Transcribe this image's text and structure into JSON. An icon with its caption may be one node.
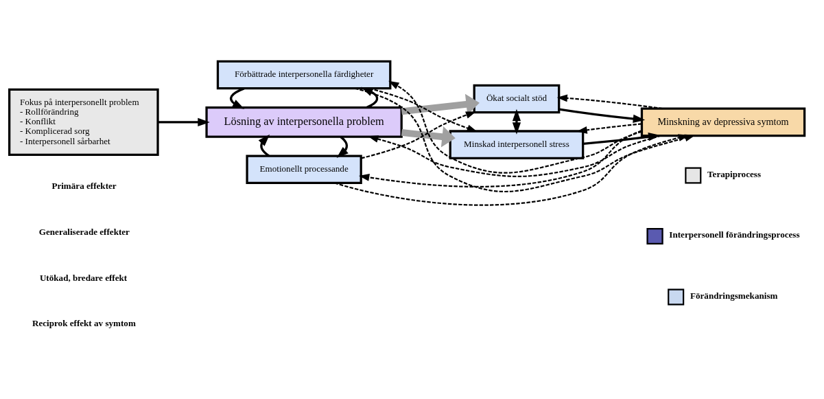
{
  "diagram": {
    "nodes": [
      {
        "text": [
          "Fokus på interpersonellt problem",
          "- Rollförändring",
          "- Konflikt",
          "- Komplicerad sorg",
          "- Interpersonell sårbarhet"
        ]
      },
      {
        "text": [
          "Lösning av interpersonella problem"
        ]
      },
      {
        "text": [
          "Emotionellt processande"
        ]
      },
      {
        "text": [
          "Förbättrade interpersonella färdigheter"
        ]
      },
      {
        "text": [
          "Ökat socialt stöd"
        ]
      },
      {
        "text": [
          "Minskad interpersonell stress"
        ]
      },
      {
        "text": [
          "Minskning av depressiva symtom"
        ]
      }
    ],
    "edges": [
      {
        "from": 0,
        "to": 1,
        "arrow": "to"
      },
      {
        "from": 1,
        "to": 2,
        "arrow": "to"
      },
      {
        "from": 2,
        "to": 1,
        "arrow": "to"
      },
      {
        "from": 1,
        "to": 3,
        "arrow": "to"
      },
      {
        "from": 3,
        "to": 1,
        "arrow": "to"
      },
      {
        "from": 1,
        "to": 4,
        "arrow": "to",
        "style": "thick",
        "color": "#a0a0a0"
      },
      {
        "from": 1,
        "to": 5,
        "arrow": "to",
        "style": "thick",
        "color": "#a0a0a0"
      },
      {
        "from": 4,
        "to": 5,
        "arrow": "both"
      },
      {
        "from": 4,
        "to": 6,
        "arrow": "to"
      },
      {
        "from": 5,
        "to": 6,
        "arrow": "to"
      },
      {
        "from": 2,
        "to": 4,
        "arrow": "to",
        "style": "dashed"
      },
      {
        "from": 2,
        "to": 6,
        "arrow": "to",
        "style": "dashed"
      },
      {
        "from": 3,
        "to": 5,
        "arrow": "to",
        "style": "dashed"
      },
      {
        "from": 3,
        "to": 6,
        "arrow": "to",
        "style": "dashed"
      },
      {
        "from": 6,
        "to": 2,
        "arrow": "to",
        "style": "dashed"
      },
      {
        "from": 6,
        "to": 4,
        "arrow": "to",
        "style": "dashed"
      },
      {
        "from": 6,
        "to": 1,
        "arrow": "to",
        "style": "dashed"
      },
      {
        "from": 6,
        "to": 5,
        "arrow": "to",
        "style": "dashed"
      },
      {
        "from": 6,
        "to": 3,
        "arrow": "to",
        "style": "dashed"
      }
    ],
    "legend": [
      {
        "text": "Primära effekter"
      },
      {
        "text": "Generaliserade effekter"
      },
      {
        "text": "Utökad, bredare effekt"
      },
      {
        "text": "Reciprok effekt av symtom"
      },
      {
        "text": "Terapiprocess",
        "color": "#e6e6e6"
      },
      {
        "text": "Interpersonell förändringsprocess",
        "color": "#5a5ab0"
      },
      {
        "text": "Förändringsmekanism",
        "color": "#c8d8f0"
      }
    ]
  }
}
